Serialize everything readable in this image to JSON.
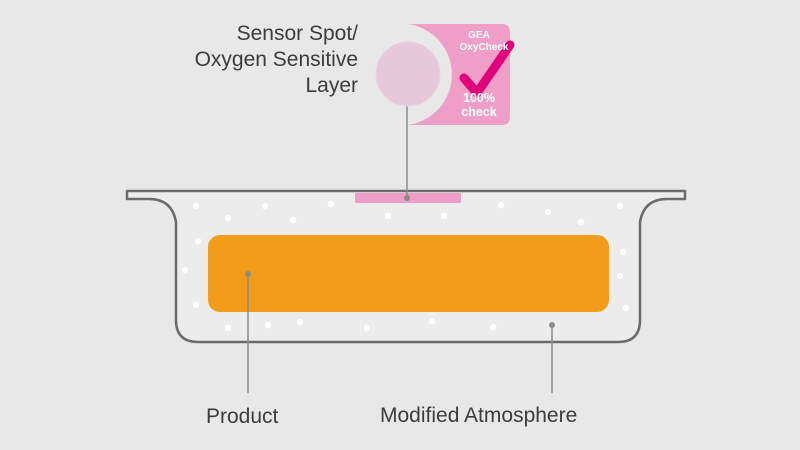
{
  "labels": {
    "sensor_line1": "Sensor Spot/",
    "sensor_line2": "Oxygen Sensitive",
    "sensor_line3": "Layer",
    "product": "Product",
    "atmosphere": "Modified Atmosphere"
  },
  "badge": {
    "brand_line1": "GEA",
    "brand_line2": "OxyCheck",
    "check_line1": "100%",
    "check_line2": "check",
    "badge_color": "#ef9ec8",
    "checkmark_color": "#e0007a"
  },
  "colors": {
    "background": "#e8e8e8",
    "tray_outline": "#6b6b6b",
    "product": "#f39c1a",
    "sensor_spot": "#ef9ec8",
    "leader_line": "#8a8a8a",
    "bubbles": "#ffffff"
  }
}
